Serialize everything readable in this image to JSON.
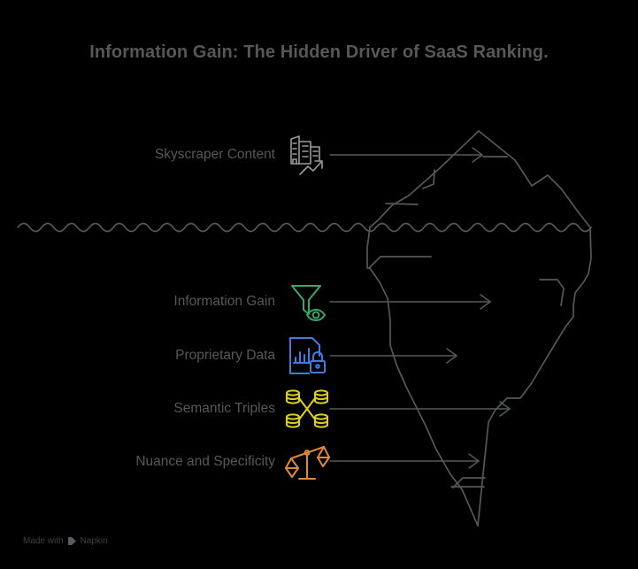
{
  "title": "Information Gain: The Hidden Driver of SaaS Ranking.",
  "colors": {
    "background": "#000000",
    "text": "#55585b",
    "line": "#55585b",
    "icon_above_water": "#9a9a9a",
    "icon_information_gain": "#3aa86b",
    "icon_proprietary_data": "#3d7ce0",
    "icon_semantic_triples": "#e0cf17",
    "icon_nuance_specificity": "#e08a36",
    "footer_text": "#3c3f42"
  },
  "rows": [
    {
      "label": "Skyscraper Content",
      "icon": "skyscraper-chart-icon",
      "icon_color": "#9a9a9a",
      "position": "above-water"
    },
    {
      "label": "Information Gain",
      "icon": "funnel-eye-icon",
      "icon_color": "#3aa86b",
      "position": "below-water"
    },
    {
      "label": "Proprietary Data",
      "icon": "document-chart-lock-icon",
      "icon_color": "#3d7ce0",
      "position": "below-water"
    },
    {
      "label": "Semantic Triples",
      "icon": "database-nodes-icon",
      "icon_color": "#e0cf17",
      "position": "below-water"
    },
    {
      "label": "Nuance and Specificity",
      "icon": "balance-scales-icon",
      "icon_color": "#e08a36",
      "position": "below-water"
    }
  ],
  "illustration": {
    "name": "iceberg-diagram",
    "waterline_label": "waterline-wave",
    "iceberg_label": "iceberg-outline"
  },
  "footer": {
    "made_with": "Made with",
    "brand": "Napkin",
    "logo": "napkin-logo-icon"
  }
}
